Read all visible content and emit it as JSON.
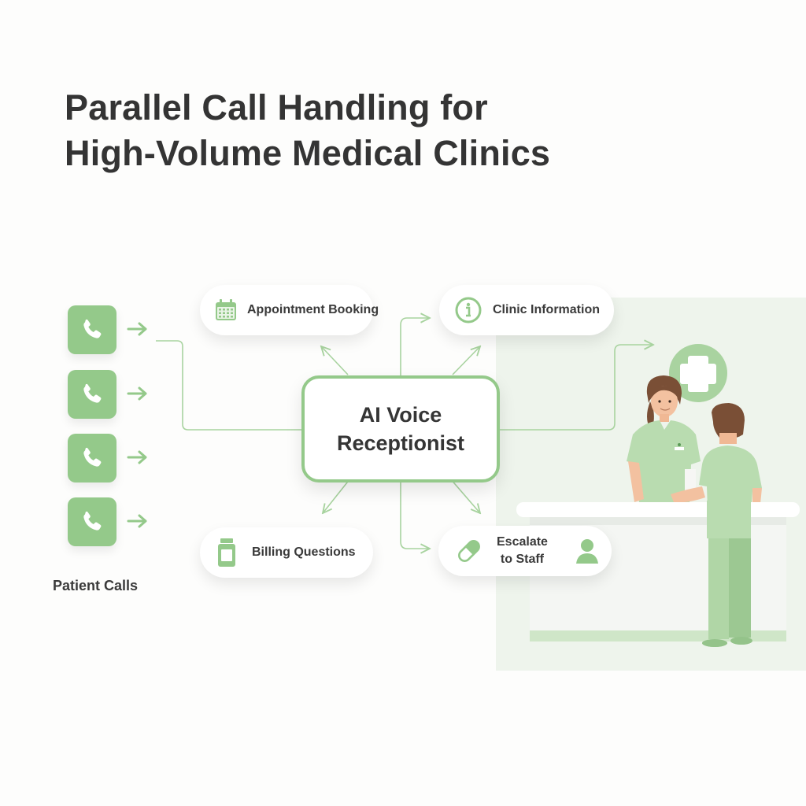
{
  "title": {
    "line1": "Parallel Call Handling for",
    "line2": "High-Volume Medical Clinics"
  },
  "colors": {
    "accent_green": "#94c98a",
    "line_green": "#a8d39f",
    "panel_bg": "#eef4ec",
    "text_dark": "#343434"
  },
  "patient_calls": {
    "label": "Patient Calls",
    "count": 4,
    "icon": "phone-icon"
  },
  "hub": {
    "line1": "AI Voice",
    "line2": "Receptionist"
  },
  "destinations": [
    {
      "label": "Appointment Booking",
      "icon": "calendar-icon"
    },
    {
      "label": "Clinic Information",
      "icon": "info-icon"
    },
    {
      "label": "Billing Questions",
      "icon": "medicine-bottle-icon"
    },
    {
      "label_line1": "Escalate",
      "label_line2": "to Staff",
      "icon": "pill-icon",
      "trailing_icon": "person-icon"
    }
  ],
  "illustration": {
    "badge_icon": "medical-cross-icon",
    "figures": [
      "receptionist",
      "staff-member"
    ],
    "counter": "reception-desk"
  }
}
